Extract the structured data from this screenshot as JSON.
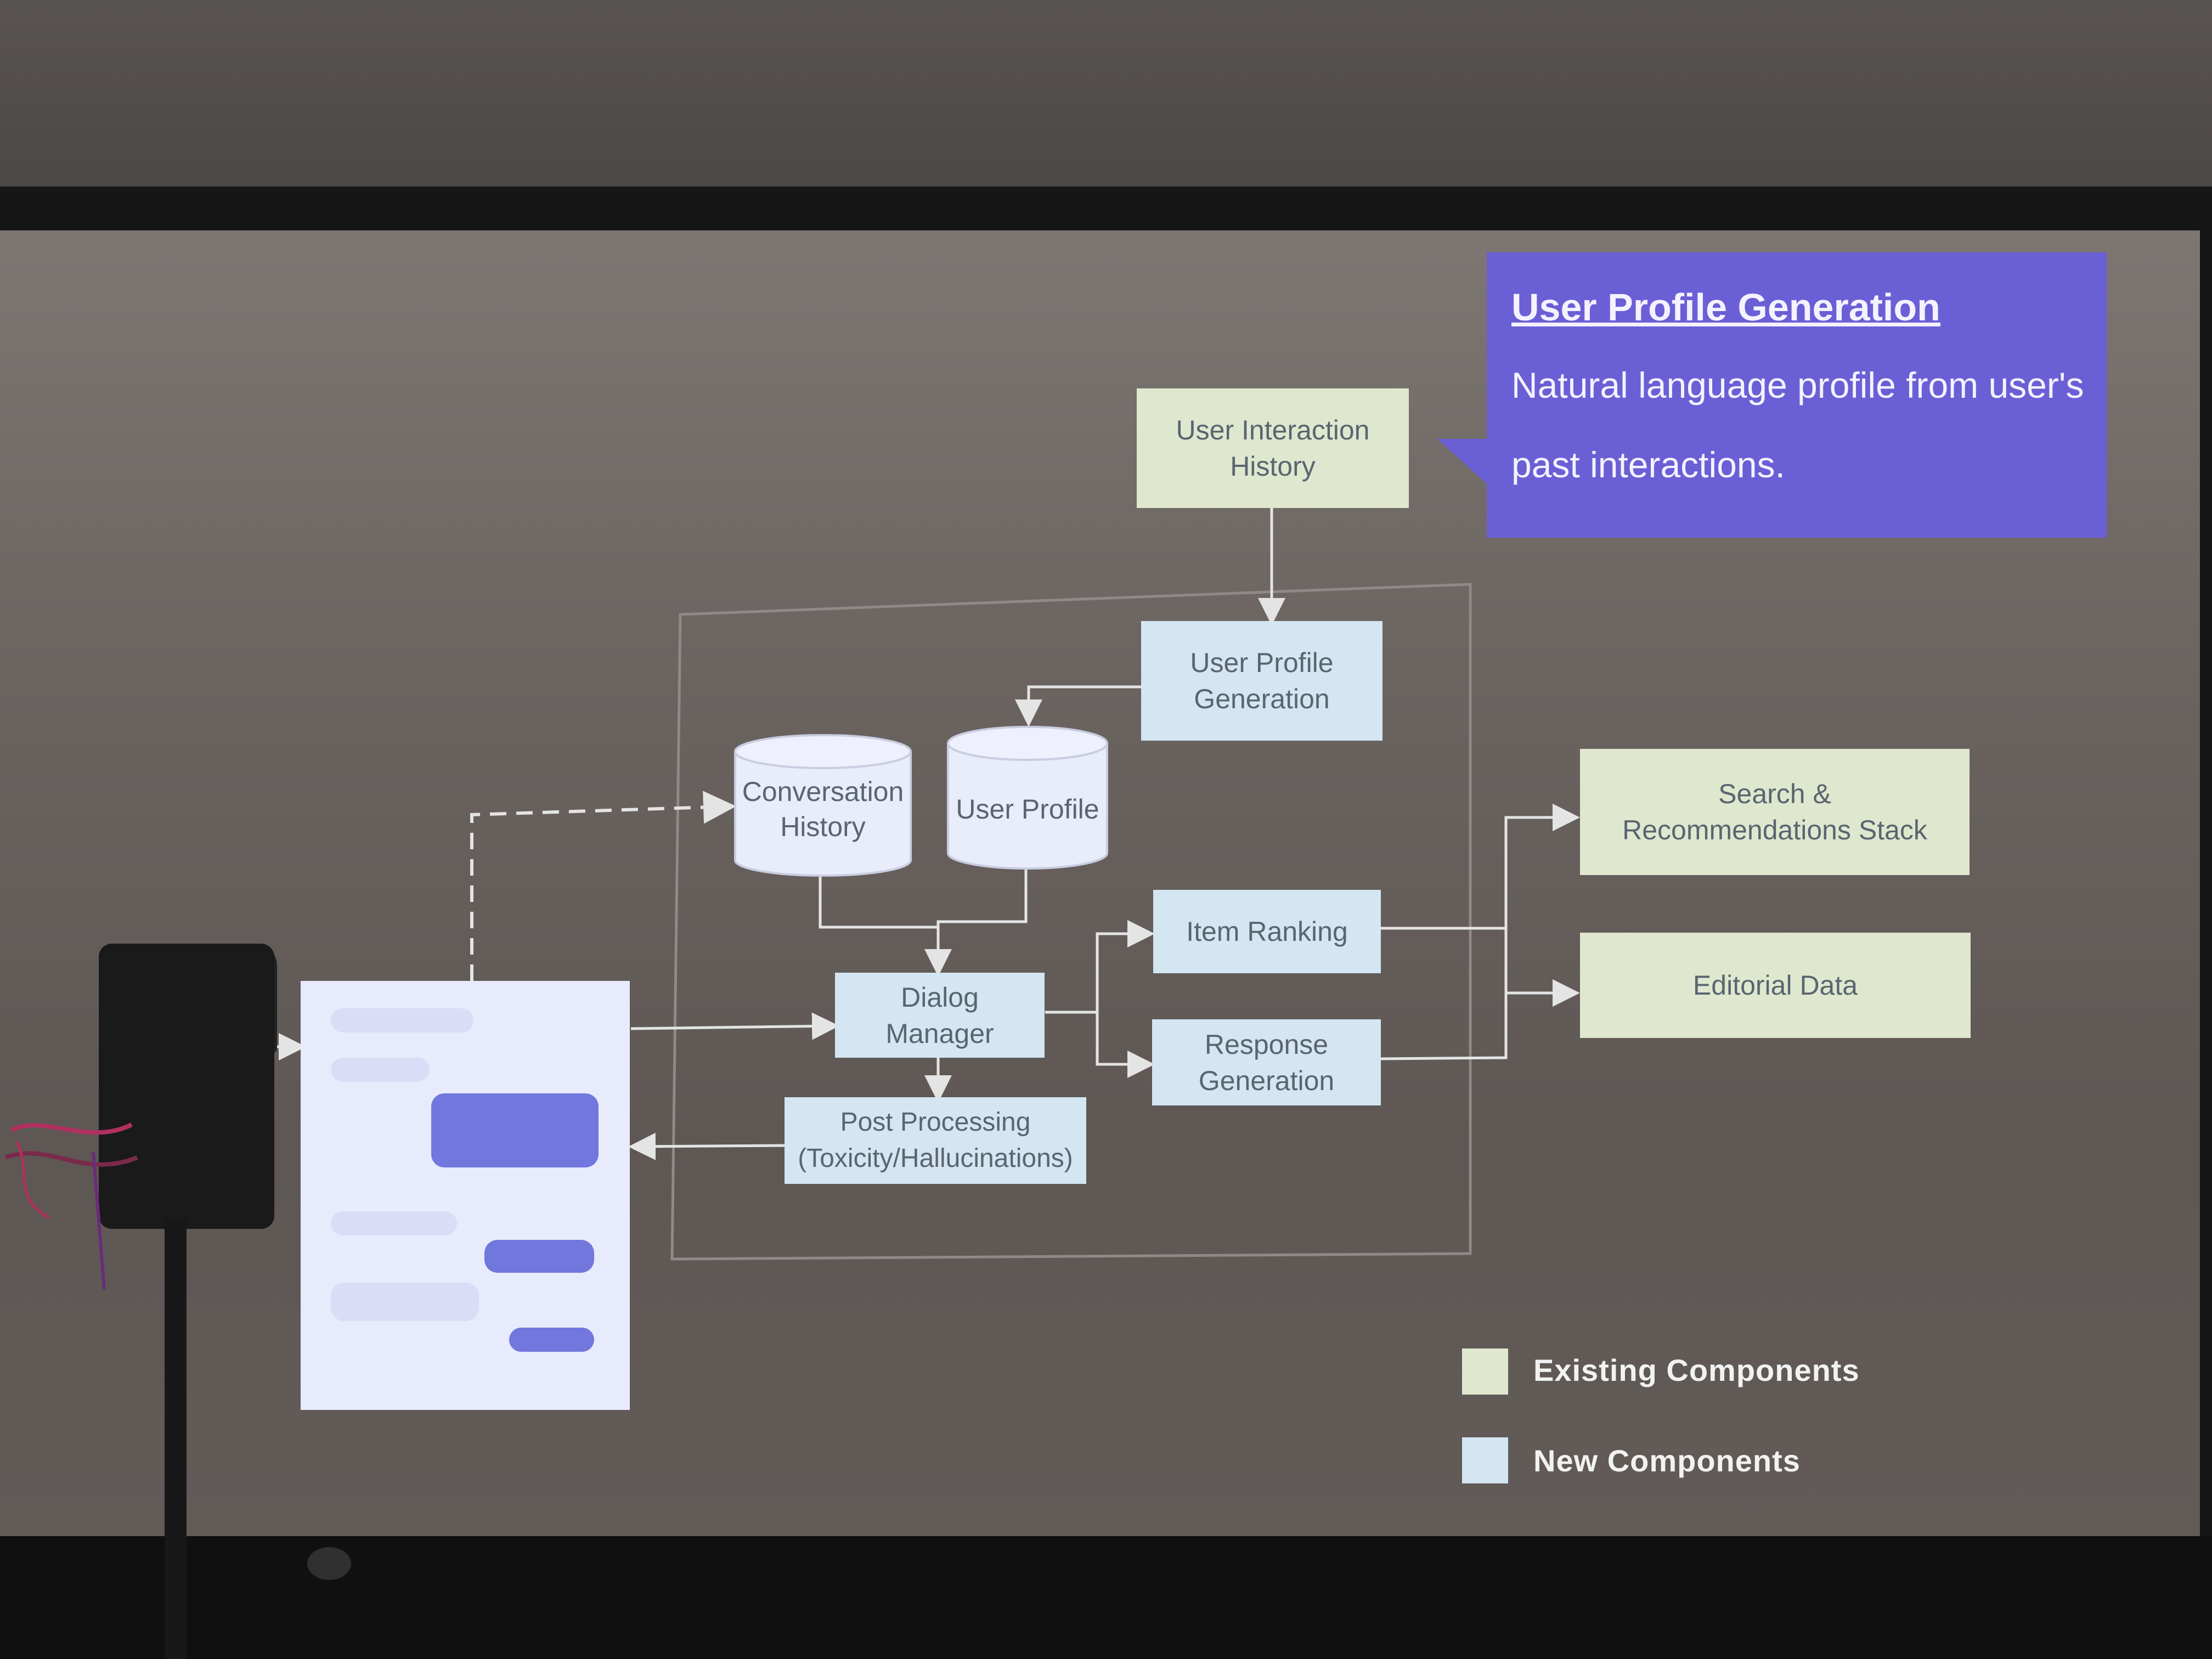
{
  "callout": {
    "title": "User Profile Generation",
    "body": "Natural language profile from user's past interactions."
  },
  "nodes": {
    "user_interaction_history": "User Interaction\nHistory",
    "user_profile_generation": "User Profile\nGeneration",
    "conversation_history": "Conversation\nHistory",
    "user_profile": "User Profile",
    "dialog_manager": "Dialog\nManager",
    "post_processing": "Post Processing\n(Toxicity/Hallucinations)",
    "item_ranking": "Item Ranking",
    "response_generation": "Response\nGeneration",
    "search_recommendations_stack": "Search &\nRecommendations Stack",
    "editorial_data": "Editorial Data"
  },
  "legend": {
    "existing": "Existing Components",
    "new": "New Components"
  },
  "colors": {
    "existing": "#dfe8cf",
    "new": "#d3e6f2",
    "callout": "#6b5fd6",
    "wire": "#e4e4e4",
    "chat_bubble": "#7177dd"
  }
}
